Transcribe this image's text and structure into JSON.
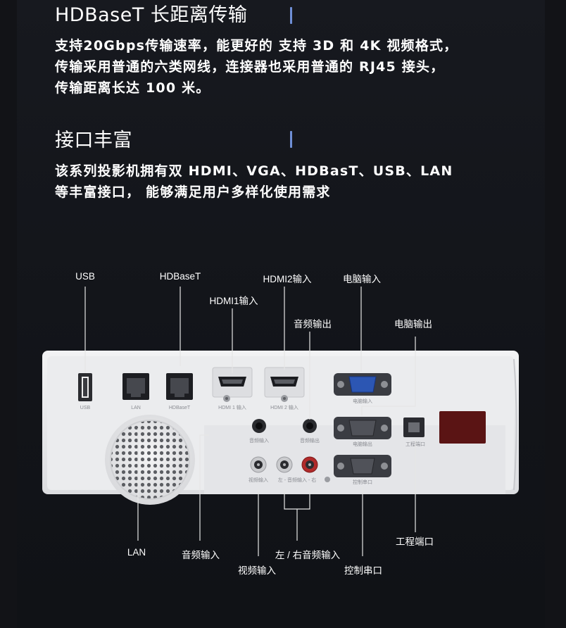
{
  "sections": [
    {
      "title": "HDBaseT 长距离传输",
      "lines": [
        "支持20Gbps传输速率，能更好的 支持 3D 和 4K 视频格式，",
        "传输采用普通的六类网线，连接器也采用普通的 RJ45 接头，",
        "传输距离长达 100 米。"
      ]
    },
    {
      "title": "接口丰富",
      "lines": [
        "该系列投影机拥有双 HDMI、VGA、HDBasT、USB、LAN",
        "等丰富接口， 能够满足用户多样化使用需求"
      ]
    }
  ],
  "callouts": {
    "usb": "USB",
    "hdbaset": "HDBaseT",
    "hdmi2_in": "HDMI2输入",
    "pc_in": "电脑输入",
    "hdmi1_in": "HDMI1输入",
    "audio_out": "音频输出",
    "pc_out": "电脑输出",
    "lan": "LAN",
    "audio_in": "音频输入",
    "lr_audio_in": "左 / 右音频输入",
    "video_in": "视频输入",
    "control_serial": "控制串口",
    "service_port": "工程端口"
  },
  "panel_labels": {
    "usb": "USB",
    "lan": "LAN",
    "hdbaset": "HDBaseT",
    "hdmi1": "HDMI 1 输入",
    "hdmi2": "HDMI 2 输入",
    "pc_in": "电脑输入",
    "pc_out": "电脑输出",
    "audio_in": "音频输入",
    "audio_out": "音频输出",
    "video_in": "视频输入",
    "lr_audio": "左 - 音频输入 - 右",
    "control": "控制串口",
    "service": "工程端口"
  },
  "colors": {
    "background": "#121317",
    "accent_bar": "#6f8fd6",
    "projector_body": "#e9eaec",
    "red_window": "#5a1414"
  }
}
